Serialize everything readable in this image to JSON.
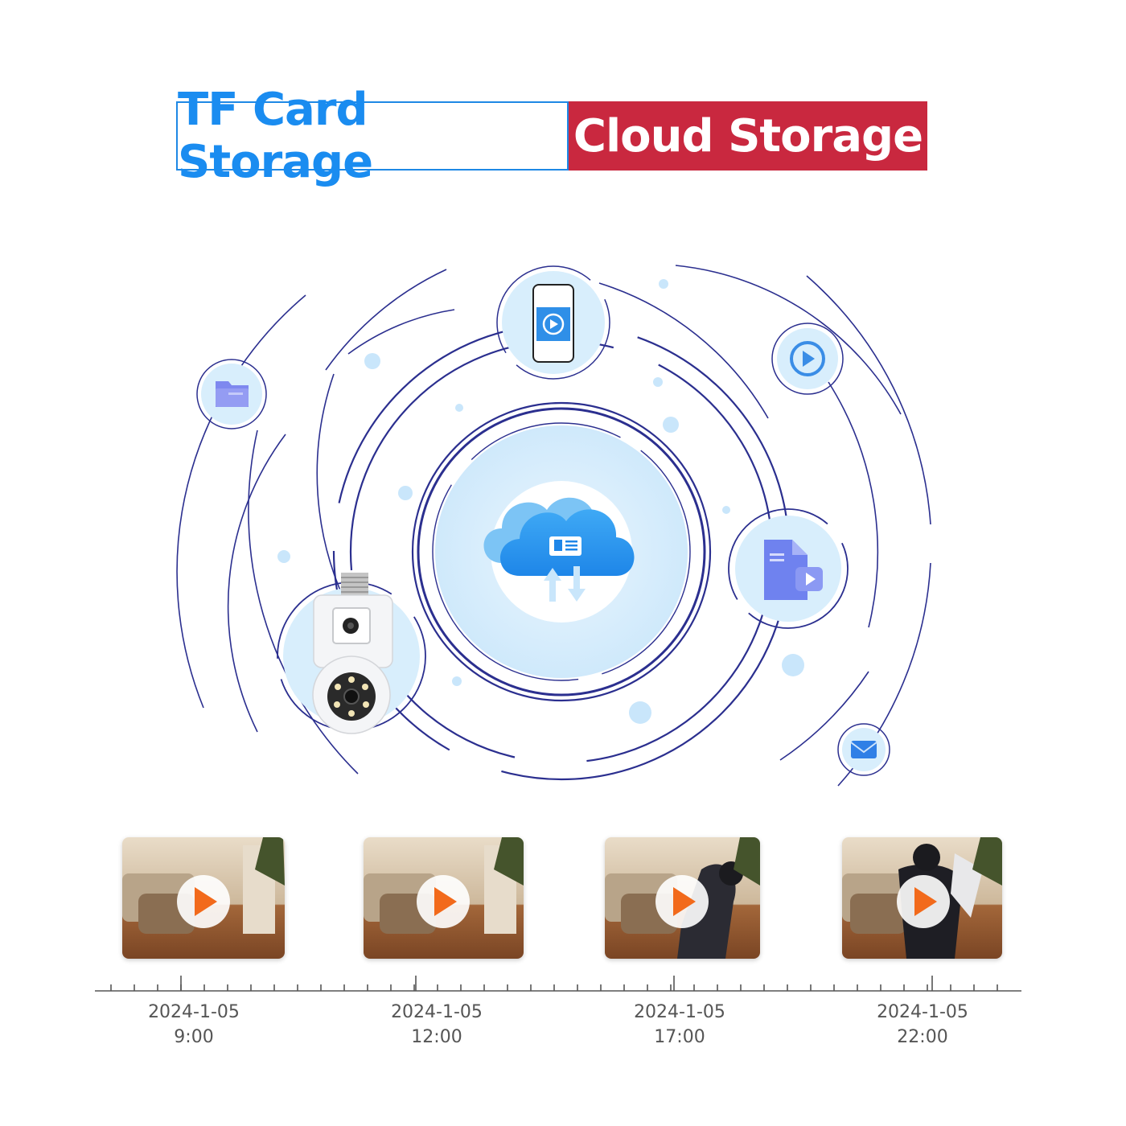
{
  "header": {
    "tf_label": "TF Card Storage",
    "cloud_label": "Cloud Storage"
  },
  "colors": {
    "tf_blue": "#1a8cf0",
    "cloud_red": "#c9283f",
    "ring_navy": "#2b2f8f",
    "bubble_light": "#d8eefc",
    "play_orange": "#f26a1b"
  },
  "icons": [
    "cloud-upload-download-icon",
    "smartphone-play-icon",
    "folder-icon",
    "play-circle-icon",
    "video-file-icon",
    "mail-icon",
    "camera-product-icon",
    "play-button-icon"
  ],
  "timeline": [
    {
      "date": "2024-1-05",
      "time": "9:00"
    },
    {
      "date": "2024-1-05",
      "time": "12:00"
    },
    {
      "date": "2024-1-05",
      "time": "17:00"
    },
    {
      "date": "2024-1-05",
      "time": "22:00"
    }
  ]
}
